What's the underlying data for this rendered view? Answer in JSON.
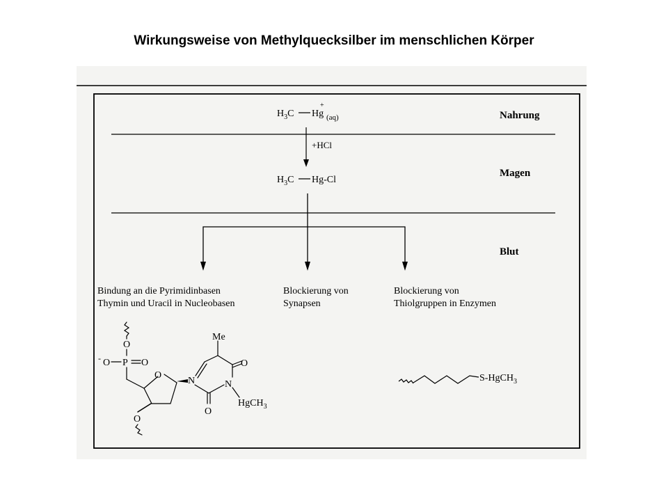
{
  "title": "Wirkungsweise von Methylquecksilber im menschlichen Körper",
  "zones": {
    "nahrung": "Nahrung",
    "magen": "Magen",
    "blut": "Blut"
  },
  "species": {
    "food_compound": {
      "left": "H",
      "sub": "3",
      "mid": "C",
      "right": "Hg",
      "charge": "+",
      "state": "(aq)"
    },
    "reagent": "+HCl",
    "stomach_compound": {
      "left": "H",
      "sub": "3",
      "mid": "C",
      "right": "Hg-Cl"
    }
  },
  "effects": [
    {
      "line1": "Bindung an die Pyrimidinbasen",
      "line2": "Thymin und Uracil in Nucleobasen"
    },
    {
      "line1": "Blockierung von",
      "line2": "Synapsen"
    },
    {
      "line1": "Blockierung von",
      "line2": "Thiolgruppen in Enzymen"
    }
  ],
  "nucleotide": {
    "o_top": "O",
    "p": "P",
    "o_double": "O",
    "o_minus": "O",
    "minus": "-",
    "ring_o": "O",
    "n1": "N",
    "n3": "N",
    "me": "Me",
    "o_right": "O",
    "o_bottom": "O",
    "hg": "HgCH",
    "hg_sub": "3",
    "o_sugar": "O"
  },
  "thiol": {
    "label": "S-HgCH",
    "sub": "3"
  }
}
